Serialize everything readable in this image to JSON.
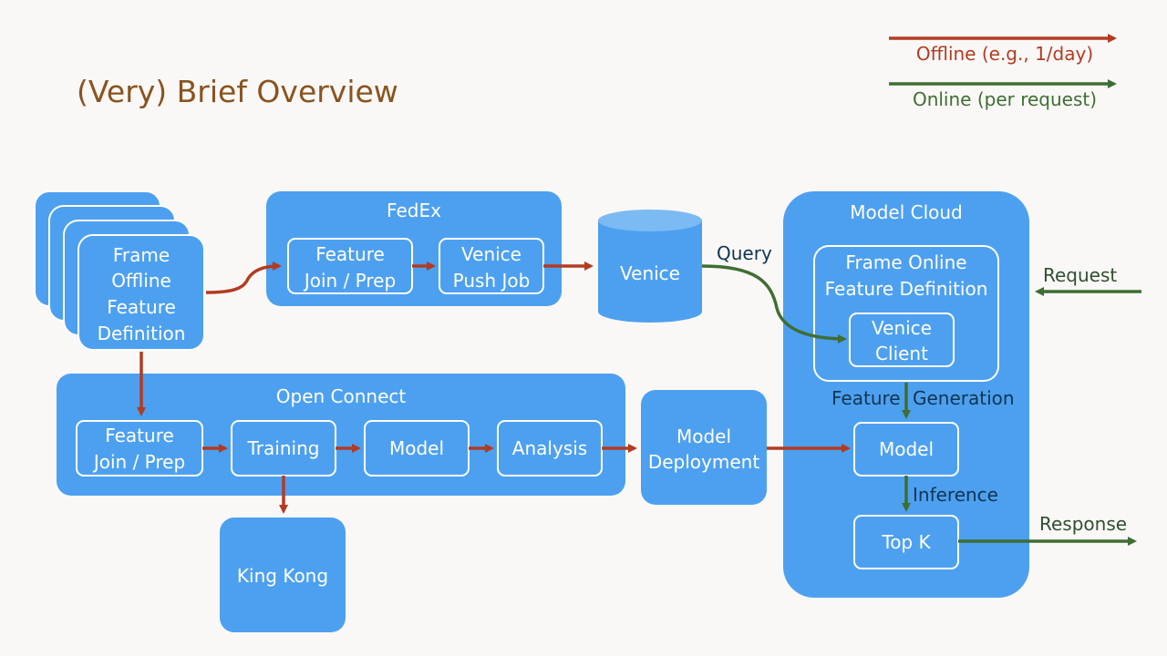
{
  "title": "(Very) Brief Overview",
  "legend": {
    "offline": "Offline (e.g., 1/day)",
    "online": "Online (per request)",
    "offline_color": "#b33b22",
    "online_color": "#3f6e33"
  },
  "frame_offline": [
    "Frame",
    "Offline",
    "Feature",
    "Definition"
  ],
  "fedex": {
    "title": "FedEx",
    "feature_join": [
      "Feature",
      "Join / Prep"
    ],
    "venice_push": [
      "Venice",
      "Push Job"
    ]
  },
  "venice_store": "Venice",
  "query_label": "Query",
  "open_connect": {
    "title": "Open Connect",
    "feature_join": [
      "Feature",
      "Join / Prep"
    ],
    "training": "Training",
    "model": "Model",
    "analysis": "Analysis"
  },
  "model_deployment": [
    "Model",
    "Deployment"
  ],
  "king_kong": "King Kong",
  "model_cloud": {
    "title": "Model Cloud",
    "frame_online": [
      "Frame Online",
      "Feature Definition"
    ],
    "venice_client": [
      "Venice",
      "Client"
    ],
    "feature_generation": [
      "Feature",
      "Generation"
    ],
    "model": "Model",
    "inference": "Inference",
    "top_k": "Top K"
  },
  "request_label": "Request",
  "response_label": "Response"
}
